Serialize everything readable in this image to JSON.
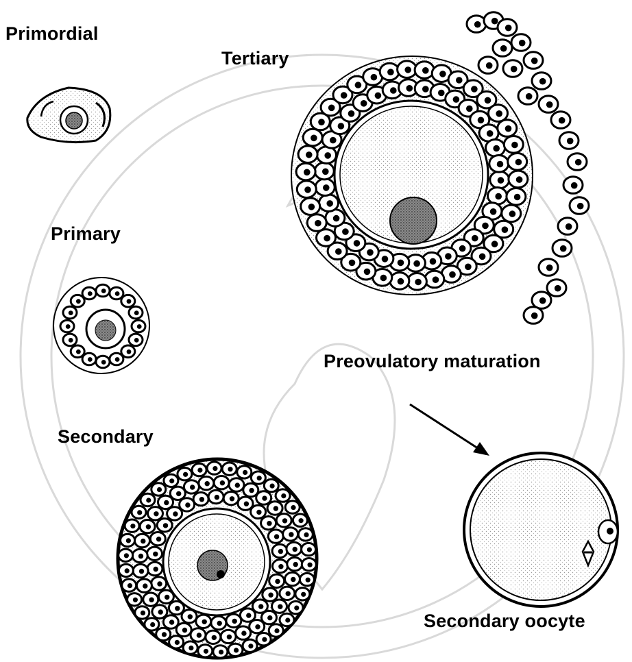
{
  "labels": {
    "primordial": "Primordial",
    "tertiary": "Tertiary",
    "primary": "Primary",
    "preovulatory": "Preovulatory maturation",
    "secondary": "Secondary",
    "secondary_oocyte": "Secondary oocyte"
  },
  "colors": {
    "ink": "#000000",
    "paper": "#ffffff",
    "stipple": "#9a9a9a",
    "watermark": "#d9d9d9"
  }
}
